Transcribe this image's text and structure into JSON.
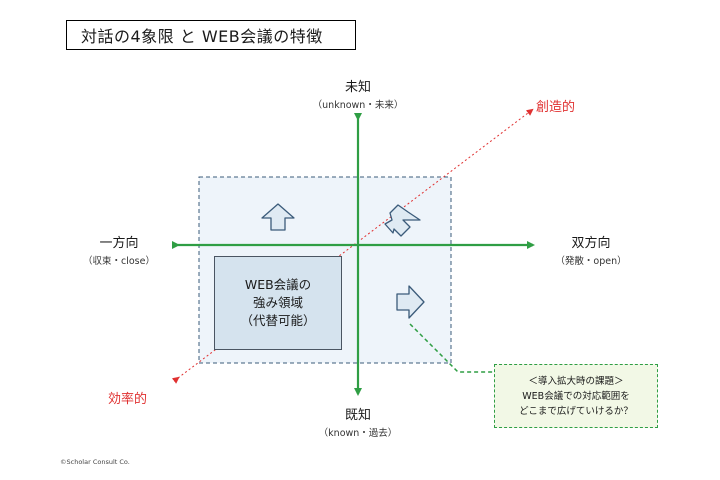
{
  "title": "対話の4象限 と WEB会議の特徴",
  "axes": {
    "top": {
      "label": "未知",
      "sub": "（unknown・未来）"
    },
    "bottom": {
      "label": "既知",
      "sub": "（known・過去）"
    },
    "left": {
      "label": "一方向",
      "sub": "（収束・close）"
    },
    "right": {
      "label": "双方向",
      "sub": "（発散・open）"
    }
  },
  "diagonal": {
    "top_right": "創造的",
    "bottom_left": "効率的"
  },
  "strength_box": {
    "line1": "WEB会議の",
    "line2": "強み領域",
    "line3": "（代替可能）"
  },
  "issue_box": {
    "title": "＜導入拡大時の課題＞",
    "line1": "WEB会議での対応範囲を",
    "line2": "どこまで広げていけるか？"
  },
  "copyright": "©Scholar Consult Co.",
  "colors": {
    "axis": "#2f9e44",
    "diagonal": "#e03131",
    "area_border": "#3b5b7a",
    "area_fill": "#eef4fa",
    "arrow_fill": "#dfeaf3",
    "arrow_stroke": "#3b5b7a"
  },
  "icons": [
    "arrow-up-icon",
    "arrow-up-right-icon",
    "arrow-right-icon"
  ]
}
